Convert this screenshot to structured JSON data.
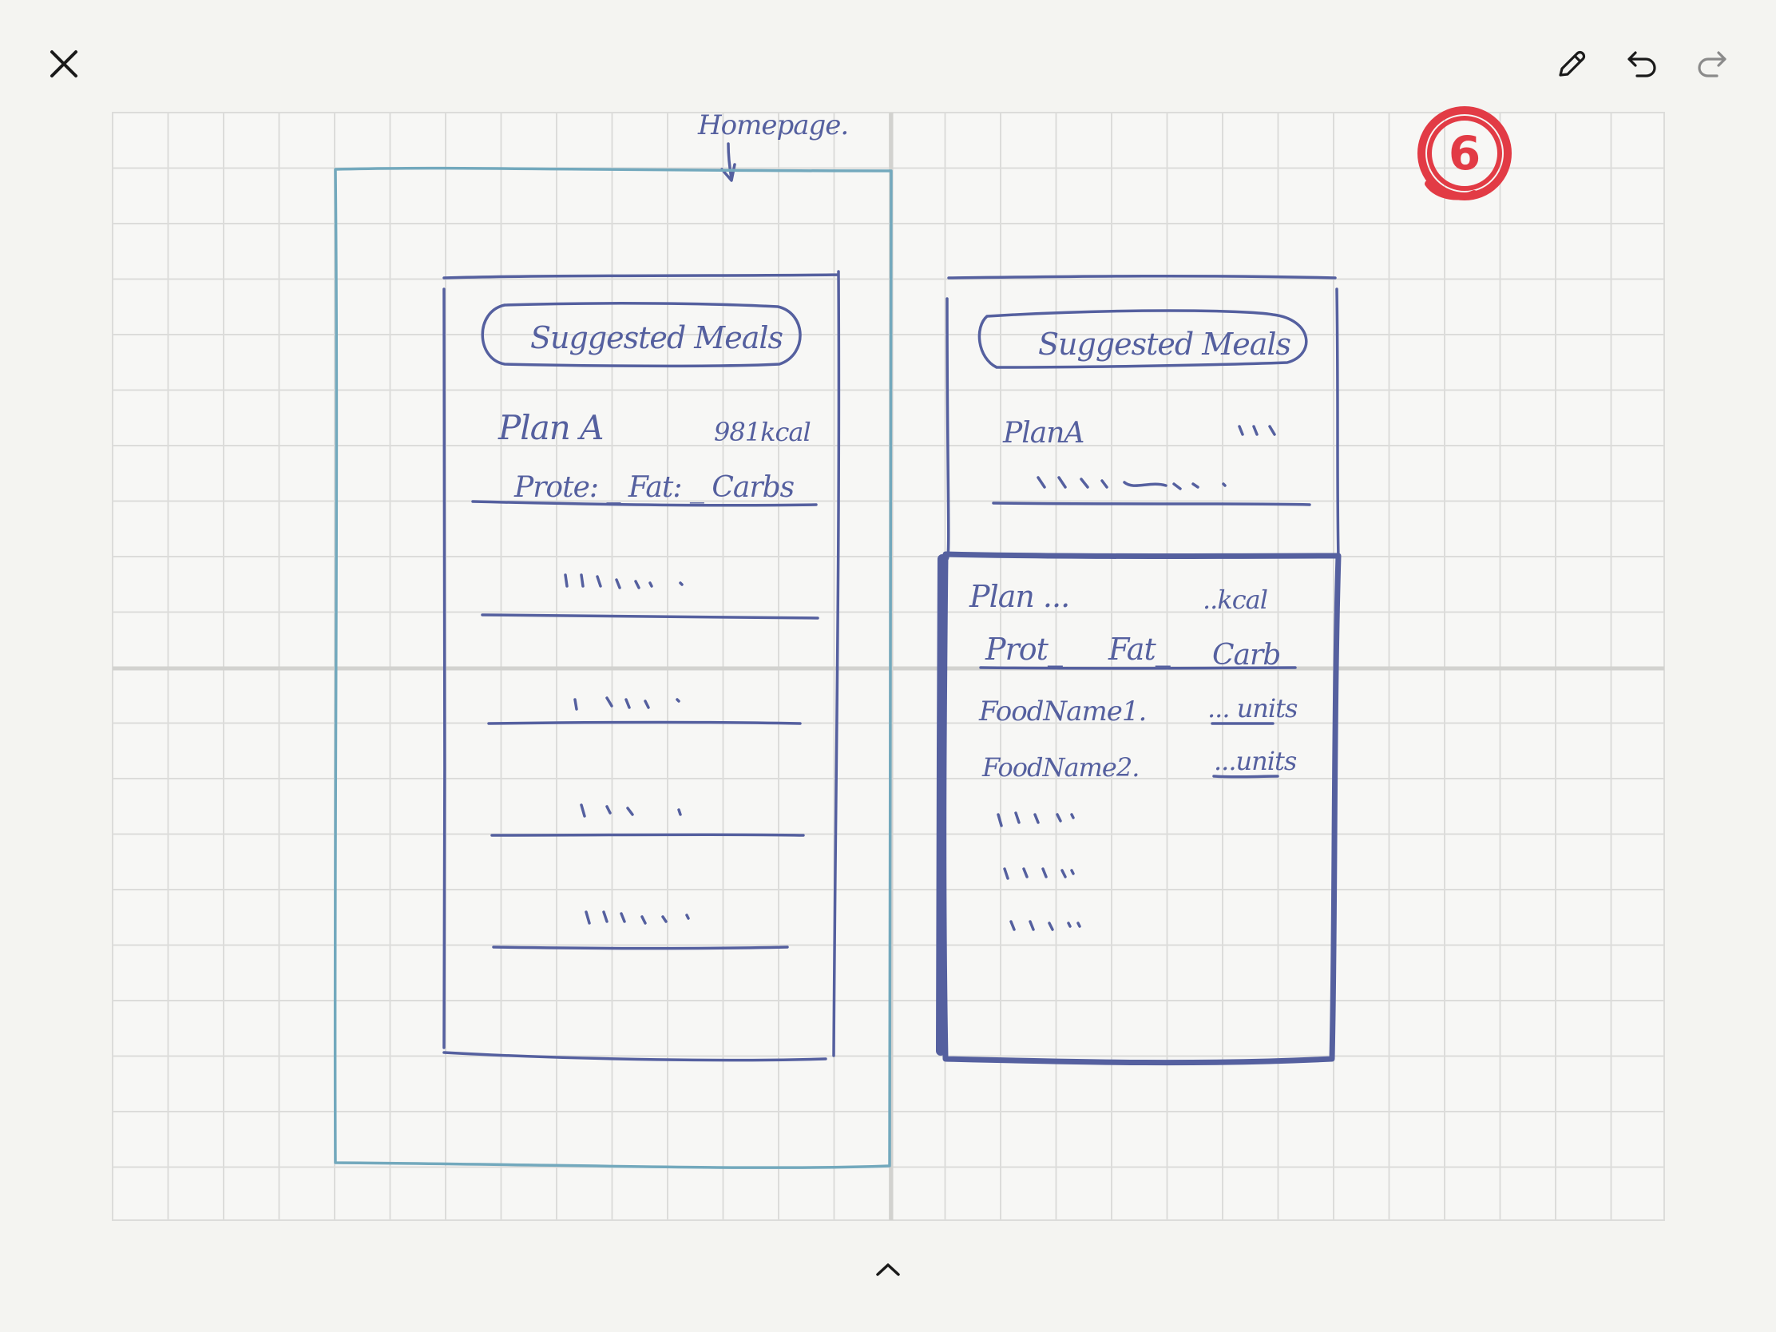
{
  "toolbar": {
    "close_icon": "close-icon",
    "pen_icon": "pen-icon",
    "undo_icon": "undo-icon",
    "redo_icon": "redo-icon",
    "expand_icon": "chevron-up-icon"
  },
  "colors": {
    "background": "#f4f4f1",
    "grid_line": "#dcdcda",
    "grid_center": "#d0d0cd",
    "ink_blue": "#55609f",
    "ink_teal": "#73a9bd",
    "ink_red": "#e23b45"
  },
  "sketch": {
    "homepage_label": "Homepage.",
    "page_number": "6",
    "screen_a": {
      "header": "Suggested Meals",
      "plan_name": "Plan A",
      "plan_kcal": "981kcal",
      "macros": "Prote: _ Fat: _ Carbs"
    },
    "screen_b": {
      "header": "Suggested Meals",
      "plan_name": "PlanA",
      "detail_plan": "Plan ...",
      "detail_kcal": "..kcal",
      "macro_prot": "Prot_",
      "macro_fat": "Fat_",
      "macro_carb": "Carb",
      "food1_name": "FoodName1.",
      "food1_units": "... units",
      "food2_name": "FoodName2.",
      "food2_units": "...units"
    }
  }
}
